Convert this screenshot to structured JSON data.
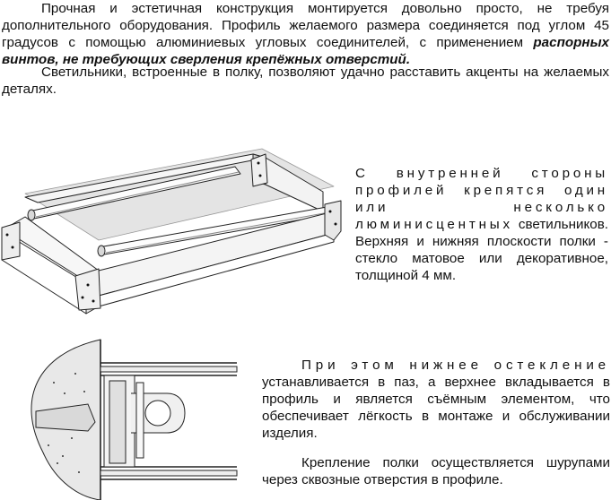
{
  "intro": {
    "p1_text": "Прочная и эстетичная конструкция монтируется довольно просто, не требуя дополнительного оборудования. Профиль желаемого размера соединяется под углом 45 градусов с помощью алюминиевых угловых соединителей, с применением ",
    "p1_emphasis": "распорных винтов, не требующих сверления крепёжных отверстий.",
    "p2_text": "Светильники, встроенные в  полку, позволяют удачно расставить акценты на желаемых деталях."
  },
  "inner_side": {
    "lead": "С внутренней стороны профилей крепятся один или несколько люминисцентных",
    "rest": "светильников.  Верхняя и нижняя плоскости полки - стекло матовое или декоративное, толщиной 4 мм."
  },
  "glazing": {
    "lead": "При этом нижнее остекление",
    "rest": "устанавливается в паз, а верхнее вкладывается в профиль и является съёмным элементом, что обеспечивает лёгкость в монтаже и обслуживании изделия."
  },
  "mounting": {
    "text": "Крепление полки осуществляется шурупами через сквозные отверстия в профиле."
  }
}
